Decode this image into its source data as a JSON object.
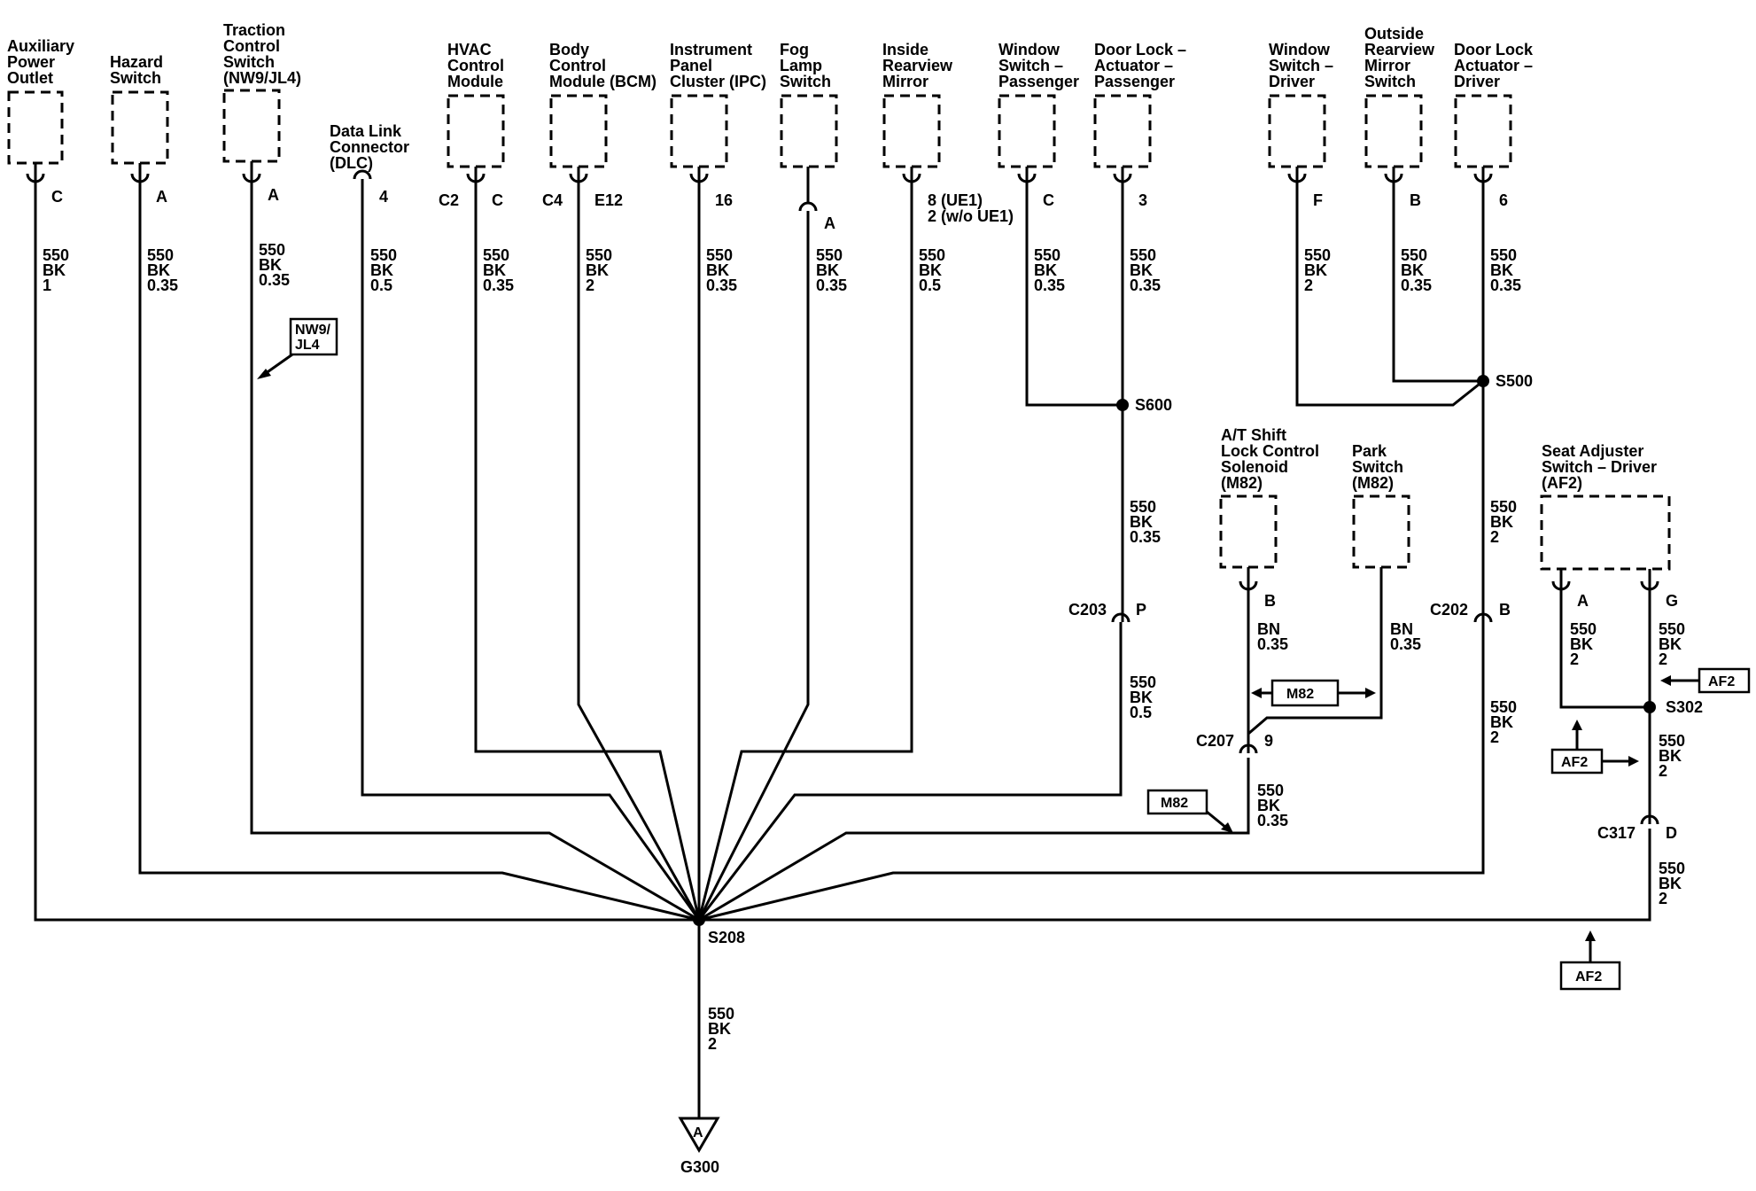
{
  "components": {
    "aux_outlet": [
      "Auxiliary",
      "Power",
      "Outlet"
    ],
    "hazard": [
      "Hazard",
      "Switch"
    ],
    "traction": [
      "Traction",
      "Control",
      "Switch",
      "(NW9/JL4)"
    ],
    "dlc": [
      "Data Link",
      "Connector",
      "(DLC)"
    ],
    "hvac": [
      "HVAC",
      "Control",
      "Module"
    ],
    "bcm": [
      "Body",
      "Control",
      "Module (BCM)"
    ],
    "ipc": [
      "Instrument",
      "Panel",
      "Cluster (IPC)"
    ],
    "fog": [
      "Fog",
      "Lamp",
      "Switch"
    ],
    "mirror_inside": [
      "Inside",
      "Rearview",
      "Mirror"
    ],
    "win_pass": [
      "Window",
      "Switch –",
      "Passenger"
    ],
    "lock_pass": [
      "Door Lock –",
      "Actuator –",
      "Passenger"
    ],
    "win_drv": [
      "Window",
      "Switch –",
      "Driver"
    ],
    "mirror_out": [
      "Outside",
      "Rearview",
      "Mirror",
      "Switch"
    ],
    "lock_drv": [
      "Door Lock",
      "Actuator –",
      "Driver"
    ],
    "shift_lock": [
      "A/T Shift",
      "Lock Control",
      "Solenoid",
      "(M82)"
    ],
    "park": [
      "Park",
      "Switch",
      "(M82)"
    ],
    "seat": [
      "Seat Adjuster",
      "Switch – Driver",
      "(AF2)"
    ]
  },
  "pins": {
    "aux": "C",
    "hazard": "A",
    "traction": "A",
    "dlc": "4",
    "hvac_conn": "C2",
    "hvac": "C",
    "bcm_conn": "C4",
    "bcm": "E12",
    "ipc": "16",
    "fog": "A",
    "mirror_ue1": "8 (UE1)",
    "mirror_wo_ue1": "2 (w/o UE1)",
    "win_pass": "C",
    "lock_pass": "3",
    "win_drv": "F",
    "mirror_out": "B",
    "lock_drv": "6",
    "shift_lock": "B",
    "seat_a": "A",
    "seat_g": "G"
  },
  "wires": {
    "w_aux": [
      "550",
      "BK",
      "1"
    ],
    "w_hazard": [
      "550",
      "BK",
      "0.35"
    ],
    "w_traction": [
      "550",
      "BK",
      "0.35"
    ],
    "w_dlc": [
      "550",
      "BK",
      "0.5"
    ],
    "w_hvac": [
      "550",
      "BK",
      "0.35"
    ],
    "w_bcm": [
      "550",
      "BK",
      "2"
    ],
    "w_ipc": [
      "550",
      "BK",
      "0.35"
    ],
    "w_fog": [
      "550",
      "BK",
      "0.35"
    ],
    "w_mirror": [
      "550",
      "BK",
      "0.5"
    ],
    "w_win_pass": [
      "550",
      "BK",
      "0.35"
    ],
    "w_lock_pass": [
      "550",
      "BK",
      "0.35"
    ],
    "w_s600": [
      "550",
      "BK",
      "0.35"
    ],
    "w_c203": [
      "550",
      "BK",
      "0.5"
    ],
    "w_win_drv": [
      "550",
      "BK",
      "2"
    ],
    "w_mirror_out": [
      "550",
      "BK",
      "0.35"
    ],
    "w_lock_drv": [
      "550",
      "BK",
      "0.35"
    ],
    "w_s500": [
      "550",
      "BK",
      "2"
    ],
    "w_c202": [
      "550",
      "BK",
      "2"
    ],
    "w_shift": [
      "BN",
      "0.35"
    ],
    "w_park": [
      "BN",
      "0.35"
    ],
    "w_c207": [
      "550",
      "BK",
      "0.35"
    ],
    "w_seat_a": [
      "550",
      "BK",
      "2"
    ],
    "w_seat_g": [
      "550",
      "BK",
      "2"
    ],
    "w_s302": [
      "550",
      "BK",
      "2"
    ],
    "w_c317": [
      "550",
      "BK",
      "2"
    ],
    "w_ground": [
      "550",
      "BK",
      "2"
    ]
  },
  "splices": {
    "s208": "S208",
    "s600": "S600",
    "s500": "S500",
    "s302": "S302"
  },
  "connectors": {
    "c203": "C203",
    "c203_pin": "P",
    "c202": "C202",
    "c202_pin": "B",
    "c207": "C207",
    "c207_pin": "9",
    "c317": "C317",
    "c317_pin": "D"
  },
  "options": {
    "nw9": [
      "NW9/",
      "JL4"
    ],
    "m82": "M82",
    "af2": "AF2"
  },
  "ground": {
    "symbol": "A",
    "label": "G300"
  }
}
